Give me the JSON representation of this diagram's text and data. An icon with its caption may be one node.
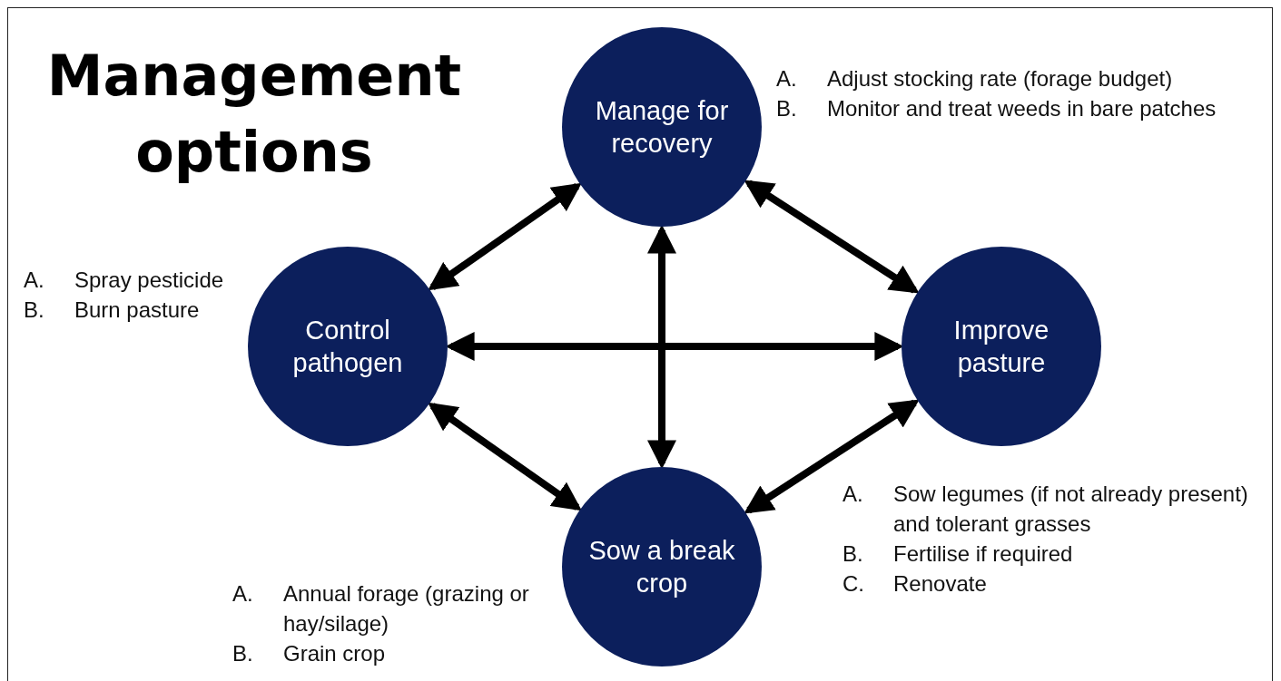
{
  "diagram": {
    "title": "Management options",
    "nodes": [
      {
        "text": [
          "Manage for recovery"
        ],
        "beside": [
          "A. Adjust stocking rate (forage budget)",
          "B. Monitor and treat weeds in bare patches"
        ]
      },
      {
        "text": [
          "Control pathogen"
        ],
        "beside": [
          "A. Spray pesticide",
          "B. Burn pasture"
        ]
      },
      {
        "text": [
          "Improve pasture"
        ],
        "beside": [
          "A. Sow legumes (if not already present) and tolerant grasses",
          "B. Fertilise if required",
          "C. Renovate"
        ]
      },
      {
        "text": [
          "Sow a break crop"
        ],
        "beside": [
          "A. Annual forage (grazing or hay/silage)",
          "B. Grain crop"
        ]
      }
    ],
    "edges": [
      {
        "from": 0,
        "to": 1,
        "arrow": "both"
      },
      {
        "from": 0,
        "to": 2,
        "arrow": "both"
      },
      {
        "from": 1,
        "to": 2,
        "arrow": "both"
      },
      {
        "from": 0,
        "to": 3,
        "arrow": "both"
      },
      {
        "from": 1,
        "to": 3,
        "arrow": "both"
      },
      {
        "from": 2,
        "to": 3,
        "arrow": "both"
      }
    ]
  }
}
